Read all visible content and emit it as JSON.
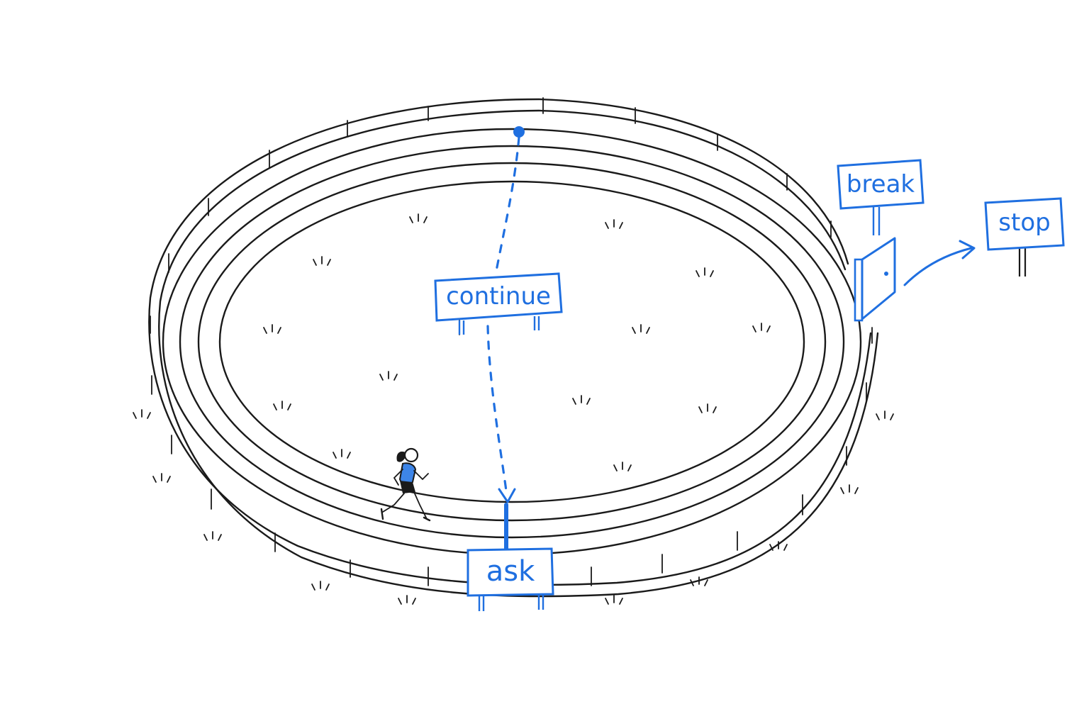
{
  "signs": {
    "continue": "continue",
    "ask": "ask",
    "break": "break",
    "stop": "stop"
  },
  "colors": {
    "accent": "#1f6fe0",
    "ink": "#1a1a1a",
    "background": "#ffffff"
  },
  "icons": {
    "runner": "runner-icon",
    "door": "door-icon",
    "grass": "grass-tuft-icon"
  }
}
